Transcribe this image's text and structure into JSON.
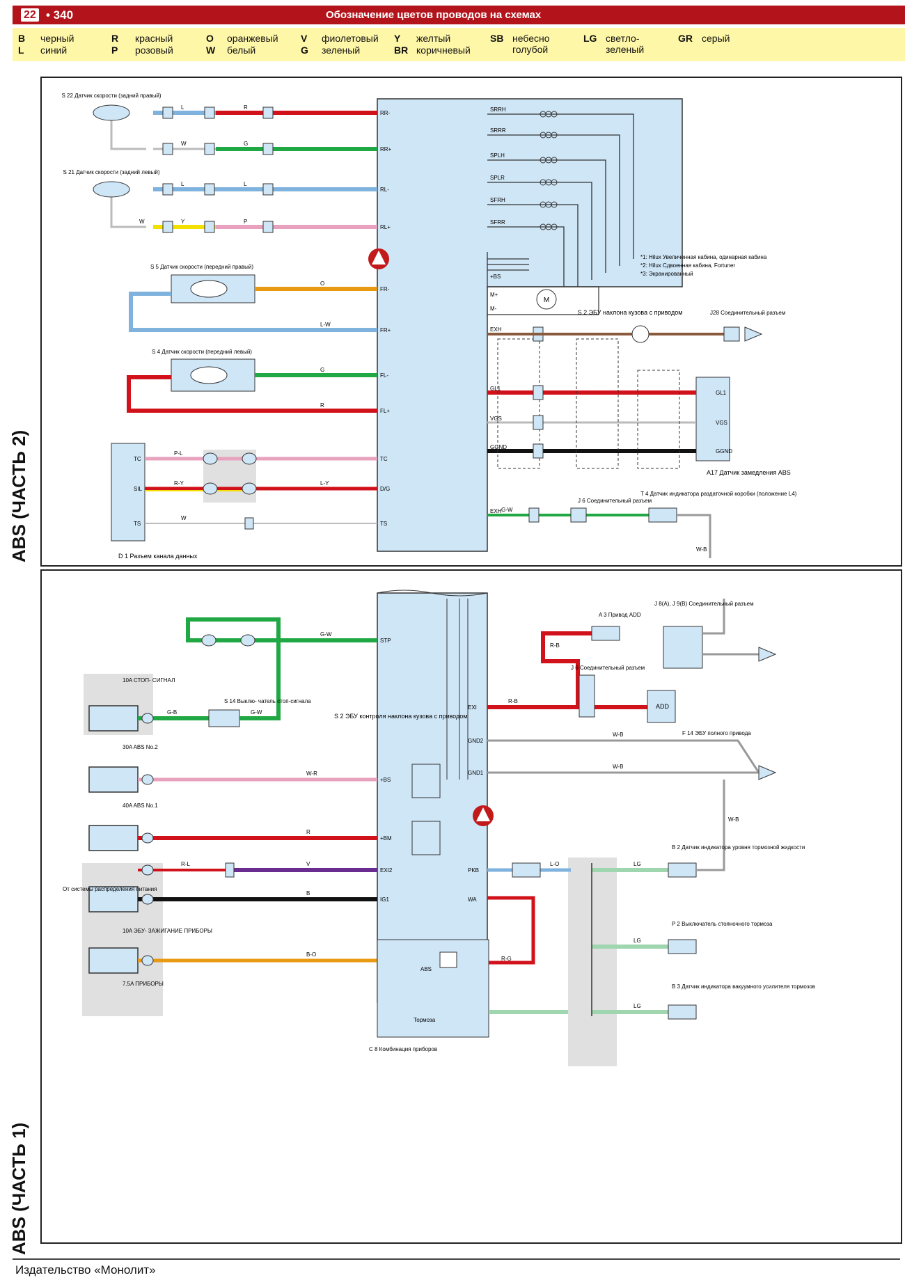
{
  "header": {
    "page_box": "22",
    "page_number": "• 340",
    "title": "Обозначение цветов проводов на схемах"
  },
  "wire_color_legend": [
    {
      "code": "B",
      "name": "черный"
    },
    {
      "code": "L",
      "name": "синий"
    },
    {
      "code": "R",
      "name": "красный"
    },
    {
      "code": "P",
      "name": "розовый"
    },
    {
      "code": "O",
      "name": "оранжевый"
    },
    {
      "code": "W",
      "name": "белый"
    },
    {
      "code": "V",
      "name": "фиолетовый"
    },
    {
      "code": "G",
      "name": "зеленый"
    },
    {
      "code": "Y",
      "name": "желтый"
    },
    {
      "code": "BR",
      "name": "коричневый"
    },
    {
      "code": "SB",
      "name": "небесно голубой"
    },
    {
      "code": "LG",
      "name": "светло-зеленый"
    },
    {
      "code": "GR",
      "name": "серый"
    }
  ],
  "sections": {
    "part2": "ABS (ЧАСТЬ 2)",
    "part1": "ABS (ЧАСТЬ 1)"
  },
  "part2": {
    "ecu_label": "S 2\nЭБУ наклона кузова\nс приводом",
    "ecu_pins_left": [
      "RR-",
      "RR+",
      "RL-",
      "RL+",
      "FR-",
      "FR+",
      "FL-",
      "FL+",
      "TC",
      "D/G",
      "TS"
    ],
    "ecu_pins_right": [
      "SRRH",
      "SRRR",
      "SPLH",
      "SPLR",
      "SFRH",
      "SFRR",
      "+BS",
      "M+",
      "M-",
      "EXH",
      "GL1",
      "VGS",
      "GGND",
      "EXH"
    ],
    "sensor_rr": "S 22\nДатчик\nскорости\n(задний правый)",
    "sensor_rl": "S 21\nДатчик\nскорости\n(задний левый)",
    "sensor_fr": "S 5\nДатчик скорости\n(передний правый)",
    "sensor_fl": "S 4\nДатчик скорости\n(передний левый)",
    "diag_connector": "D 1\nРазъем канала данных",
    "diag_pins": [
      "TC",
      "SIL",
      "TS"
    ],
    "accel_sensor": "A17\nДатчик замедления ABS",
    "accel_pins": [
      "GL1",
      "VGS",
      "GGND"
    ],
    "t4_label": "T 4\nДатчик индикатора\nраздаточной коробки\n(положение L4)",
    "j6_label": "J 6\nСоединительный\nразъем",
    "j28_label": "J28\nСоединительный\nразъем",
    "notes": [
      "*1: Hilux Увеличенная кабина, одинарная кабина",
      "*2: Hilux Сдвоенная кабина, Fortuner",
      "*3: Экранированный"
    ],
    "wire_labels": [
      "L",
      "R",
      "W",
      "G",
      "L",
      "L",
      "W",
      "Y",
      "P",
      "O",
      "L-W",
      "G",
      "R",
      "P-L",
      "R-Y",
      "L-Y",
      "W",
      "G-W",
      "W-B"
    ]
  },
  "part1": {
    "ecu_label": "S 2\nЭБУ контроля наклона\nкузова с приводом",
    "ecu_pins_left": [
      "STP",
      "+BS",
      "+BM",
      "EXI2",
      "IG1"
    ],
    "ecu_pins_right": [
      "EXI",
      "GND2",
      "GND1",
      "PKB",
      "WA"
    ],
    "fuse_stop": "10A\nСТОП-\nСИГНАЛ",
    "fuse_abs2": "30A\nABS\nNo.2",
    "fuse_abs1": "40A\nABS\nNo.1",
    "fuse_ecu": "10A\nЭБУ-\nЗАЖИГАНИЕ\nПРИБОРЫ",
    "fuse_gauge": "7.5A\nПРИБОРЫ",
    "power_source": "От системы распределения питания",
    "s14_label": "S 14\nВыклю-\nчатель\nстоп-сигнала",
    "combo_meter": "C 8\nКомбинация\nприборов",
    "combo_lamps": [
      "ABS",
      "Тормоза"
    ],
    "a3_label": "A 3\nПривод ADD",
    "j8_label": "J 8(A), J 9(B)\nСоединительный\nразъем",
    "j6_label": "J 6\nСоединительный\nразъем",
    "add_label": "ADD",
    "f14_label": "F 14\nЭБУ полного\nпривода",
    "b2_label": "B 2\nДатчик индикатора\nуровня тормозной\nжидкости",
    "p2_label": "P 2\nВыключатель\nстояночного\nтормоза",
    "b3_label": "B 3\nДатчик\nиндикатора\nвакуумного\nусилителя\nтормозов",
    "wire_labels": [
      "G-W",
      "G-B",
      "G-W",
      "W-R",
      "R",
      "R-L",
      "V",
      "B",
      "B-O",
      "W-B",
      "W-B",
      "R-B",
      "R-B",
      "L-O",
      "LG",
      "LG",
      "LG",
      "R-G",
      "W-B"
    ]
  },
  "footer": "Издательство «Монолит»",
  "colors": {
    "header_red": "#b3141b",
    "legend_yellow": "#fff7a8",
    "ecu_blue": "#cfe6f7",
    "wire_red": "#d2121b",
    "wire_green": "#1fa843",
    "wire_blue": "#7fb2dd",
    "wire_pink": "#e8a2bd",
    "wire_yellow": "#f3e000",
    "wire_orange": "#e79a12",
    "wire_violet": "#6b2c91",
    "wire_brown": "#8a5a3c",
    "wire_lightgreen": "#9fd6b0",
    "wire_gray": "#a8a8a8"
  }
}
